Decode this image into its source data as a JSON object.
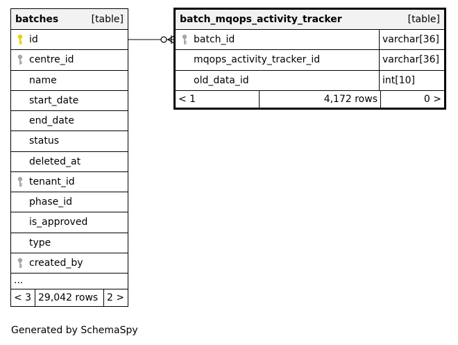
{
  "batches": {
    "name": "batches",
    "type": "[table]",
    "columns": [
      {
        "name": "id",
        "key": "primary"
      },
      {
        "name": "centre_id",
        "key": "foreign"
      },
      {
        "name": "name",
        "key": ""
      },
      {
        "name": "start_date",
        "key": ""
      },
      {
        "name": "end_date",
        "key": ""
      },
      {
        "name": "status",
        "key": ""
      },
      {
        "name": "deleted_at",
        "key": ""
      },
      {
        "name": "tenant_id",
        "key": "foreign"
      },
      {
        "name": "phase_id",
        "key": ""
      },
      {
        "name": "is_approved",
        "key": ""
      },
      {
        "name": "type",
        "key": ""
      },
      {
        "name": "created_by",
        "key": "foreign"
      }
    ],
    "more": "...",
    "prev": "< 3",
    "rows": "29,042 rows",
    "next": "2 >"
  },
  "tracker": {
    "name": "batch_mqops_activity_tracker",
    "type": "[table]",
    "columns": [
      {
        "name": "batch_id",
        "type": "varchar[36]",
        "key": "foreign"
      },
      {
        "name": "mqops_activity_tracker_id",
        "type": "varchar[36]",
        "key": ""
      },
      {
        "name": "old_data_id",
        "type": "int[10]",
        "key": ""
      }
    ],
    "prev": "< 1",
    "rows": "4,172 rows",
    "next": "0 >"
  },
  "credits": "Generated by SchemaSpy",
  "colors": {
    "primary_key": "#e8d000",
    "foreign_key": "#a6a6a6",
    "header_bg": "#f2f2f2"
  }
}
